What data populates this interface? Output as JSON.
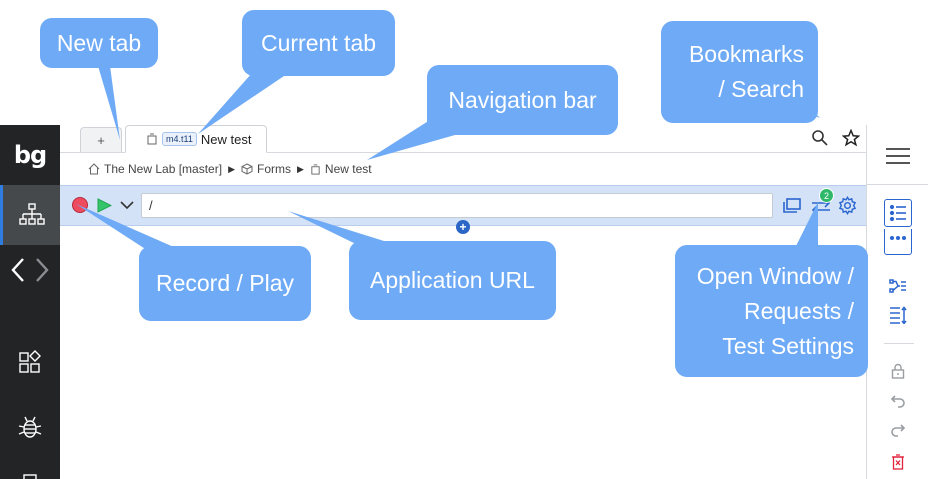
{
  "sidebar": {
    "logo": "bg",
    "items": [
      {
        "icon": "sitemap-icon"
      },
      {
        "icon": "back-icon"
      },
      {
        "icon": "forward-icon"
      },
      {
        "icon": "modules-icon"
      },
      {
        "icon": "bug-icon"
      }
    ]
  },
  "tabs": {
    "new_tab_label": "+",
    "current_tab_badge": "m4.t11",
    "current_tab_title": "New test"
  },
  "breadcrumb": [
    {
      "label": "The New Lab [master]",
      "icon": "home-icon"
    },
    {
      "label": "Forms",
      "icon": "cube-icon"
    },
    {
      "label": "New test",
      "icon": "test-icon"
    }
  ],
  "toolbar": {
    "url_value": "/",
    "requests_count": "2",
    "add_step_label": "+"
  },
  "right_panel": {
    "icons": [
      "hamburger-menu-icon",
      "list-icon",
      "more-dots-icon",
      "flow-icon",
      "sort-icon",
      "lock-icon",
      "undo-icon",
      "redo-icon",
      "delete-icon"
    ]
  },
  "callouts": {
    "new_tab": "New tab",
    "current_tab": "Current tab",
    "navigation_bar": "Navigation bar",
    "bookmarks_line1": "Bookmarks",
    "bookmarks_line2": "/ Search",
    "record_play": "Record / Play",
    "application_url": "Application URL",
    "openwin_line1": "Open Window /",
    "openwin_line2": "Requests /",
    "openwin_line3": "Test Settings"
  },
  "colors": {
    "callout": "#6eaaf5",
    "sidebar": "#222426",
    "accent": "#2a66cf",
    "record": "#ee4b5f",
    "play": "#35c46a",
    "badge": "#2fb86a"
  }
}
